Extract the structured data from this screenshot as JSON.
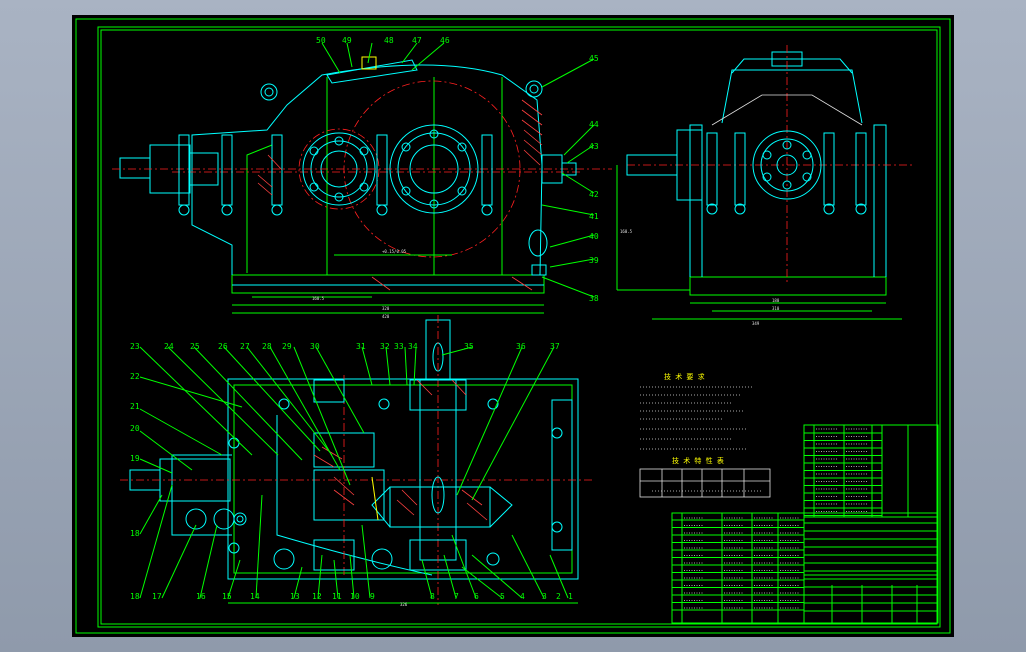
{
  "drawing": {
    "top_callouts": [
      "50",
      "49",
      "48",
      "47",
      "46",
      "45",
      "44",
      "43",
      "42",
      "41",
      "40",
      "39",
      "38"
    ],
    "left_callouts": [
      "23",
      "24",
      "25",
      "26",
      "27",
      "28",
      "29",
      "30",
      "31",
      "32",
      "33",
      "34",
      "35",
      "36",
      "37"
    ],
    "side_callouts": [
      "22",
      "21",
      "20",
      "19"
    ],
    "bottom_callouts": [
      "18",
      "17",
      "16",
      "15",
      "14",
      "13",
      "12",
      "11",
      "10",
      "9",
      "8",
      "7",
      "6",
      "5",
      "4",
      "3",
      "2",
      "1"
    ],
    "tech_req_title": "技 术 要 求",
    "tech_table_title": "技 术 特 性 表",
    "colors": {
      "background": "#000000",
      "frame": "#00ff00",
      "part_outline": "#00ffff",
      "center_line": "#ff2020",
      "dimension": "#00ff00"
    }
  }
}
